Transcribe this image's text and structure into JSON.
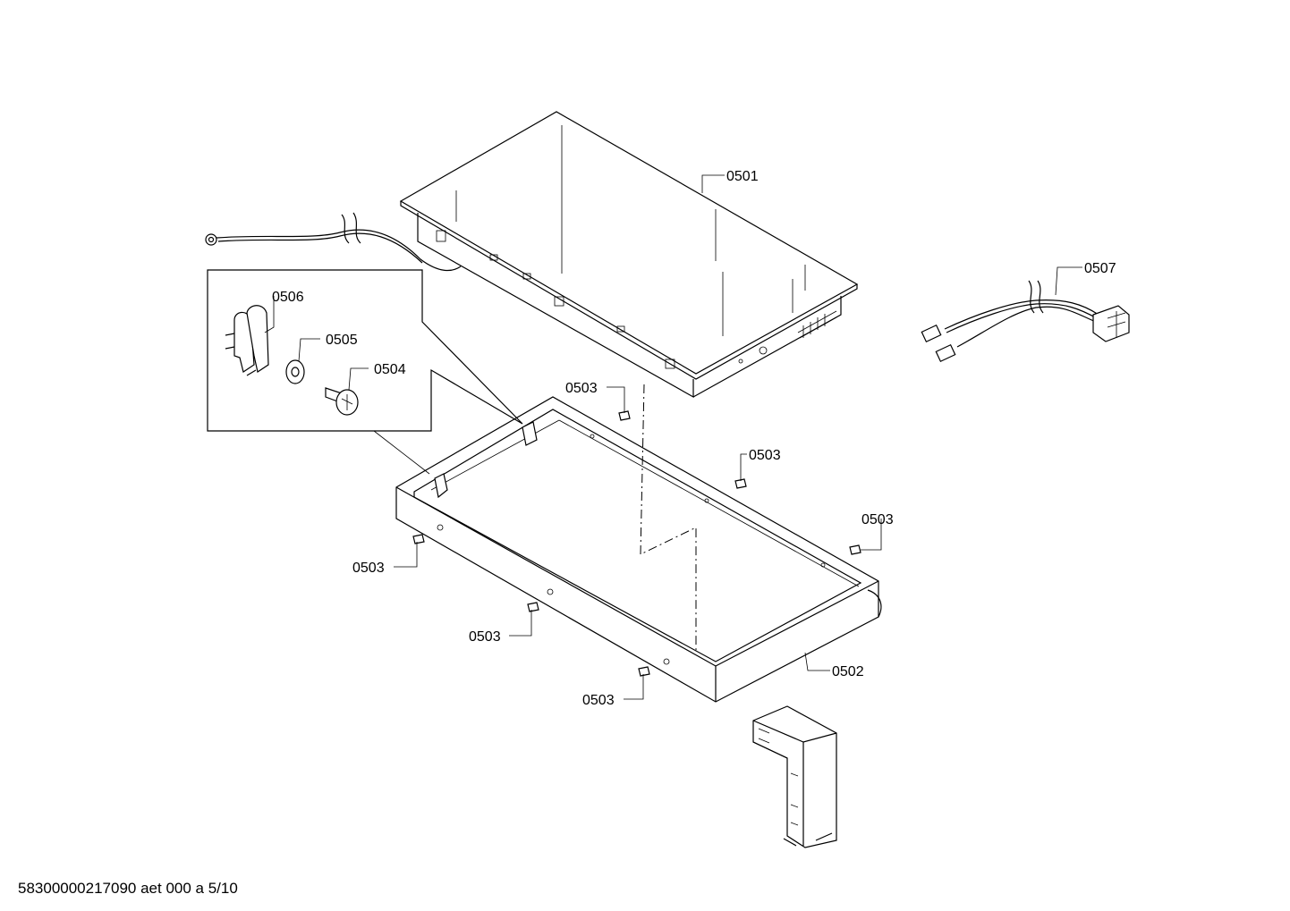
{
  "labels": {
    "cooktop": "0501",
    "frame": "0502",
    "screw": "0503",
    "bolt": "0504",
    "washer": "0505",
    "clip": "0506",
    "cable": "0507"
  },
  "footer": "58300000217090 aet 000 a 5/10"
}
